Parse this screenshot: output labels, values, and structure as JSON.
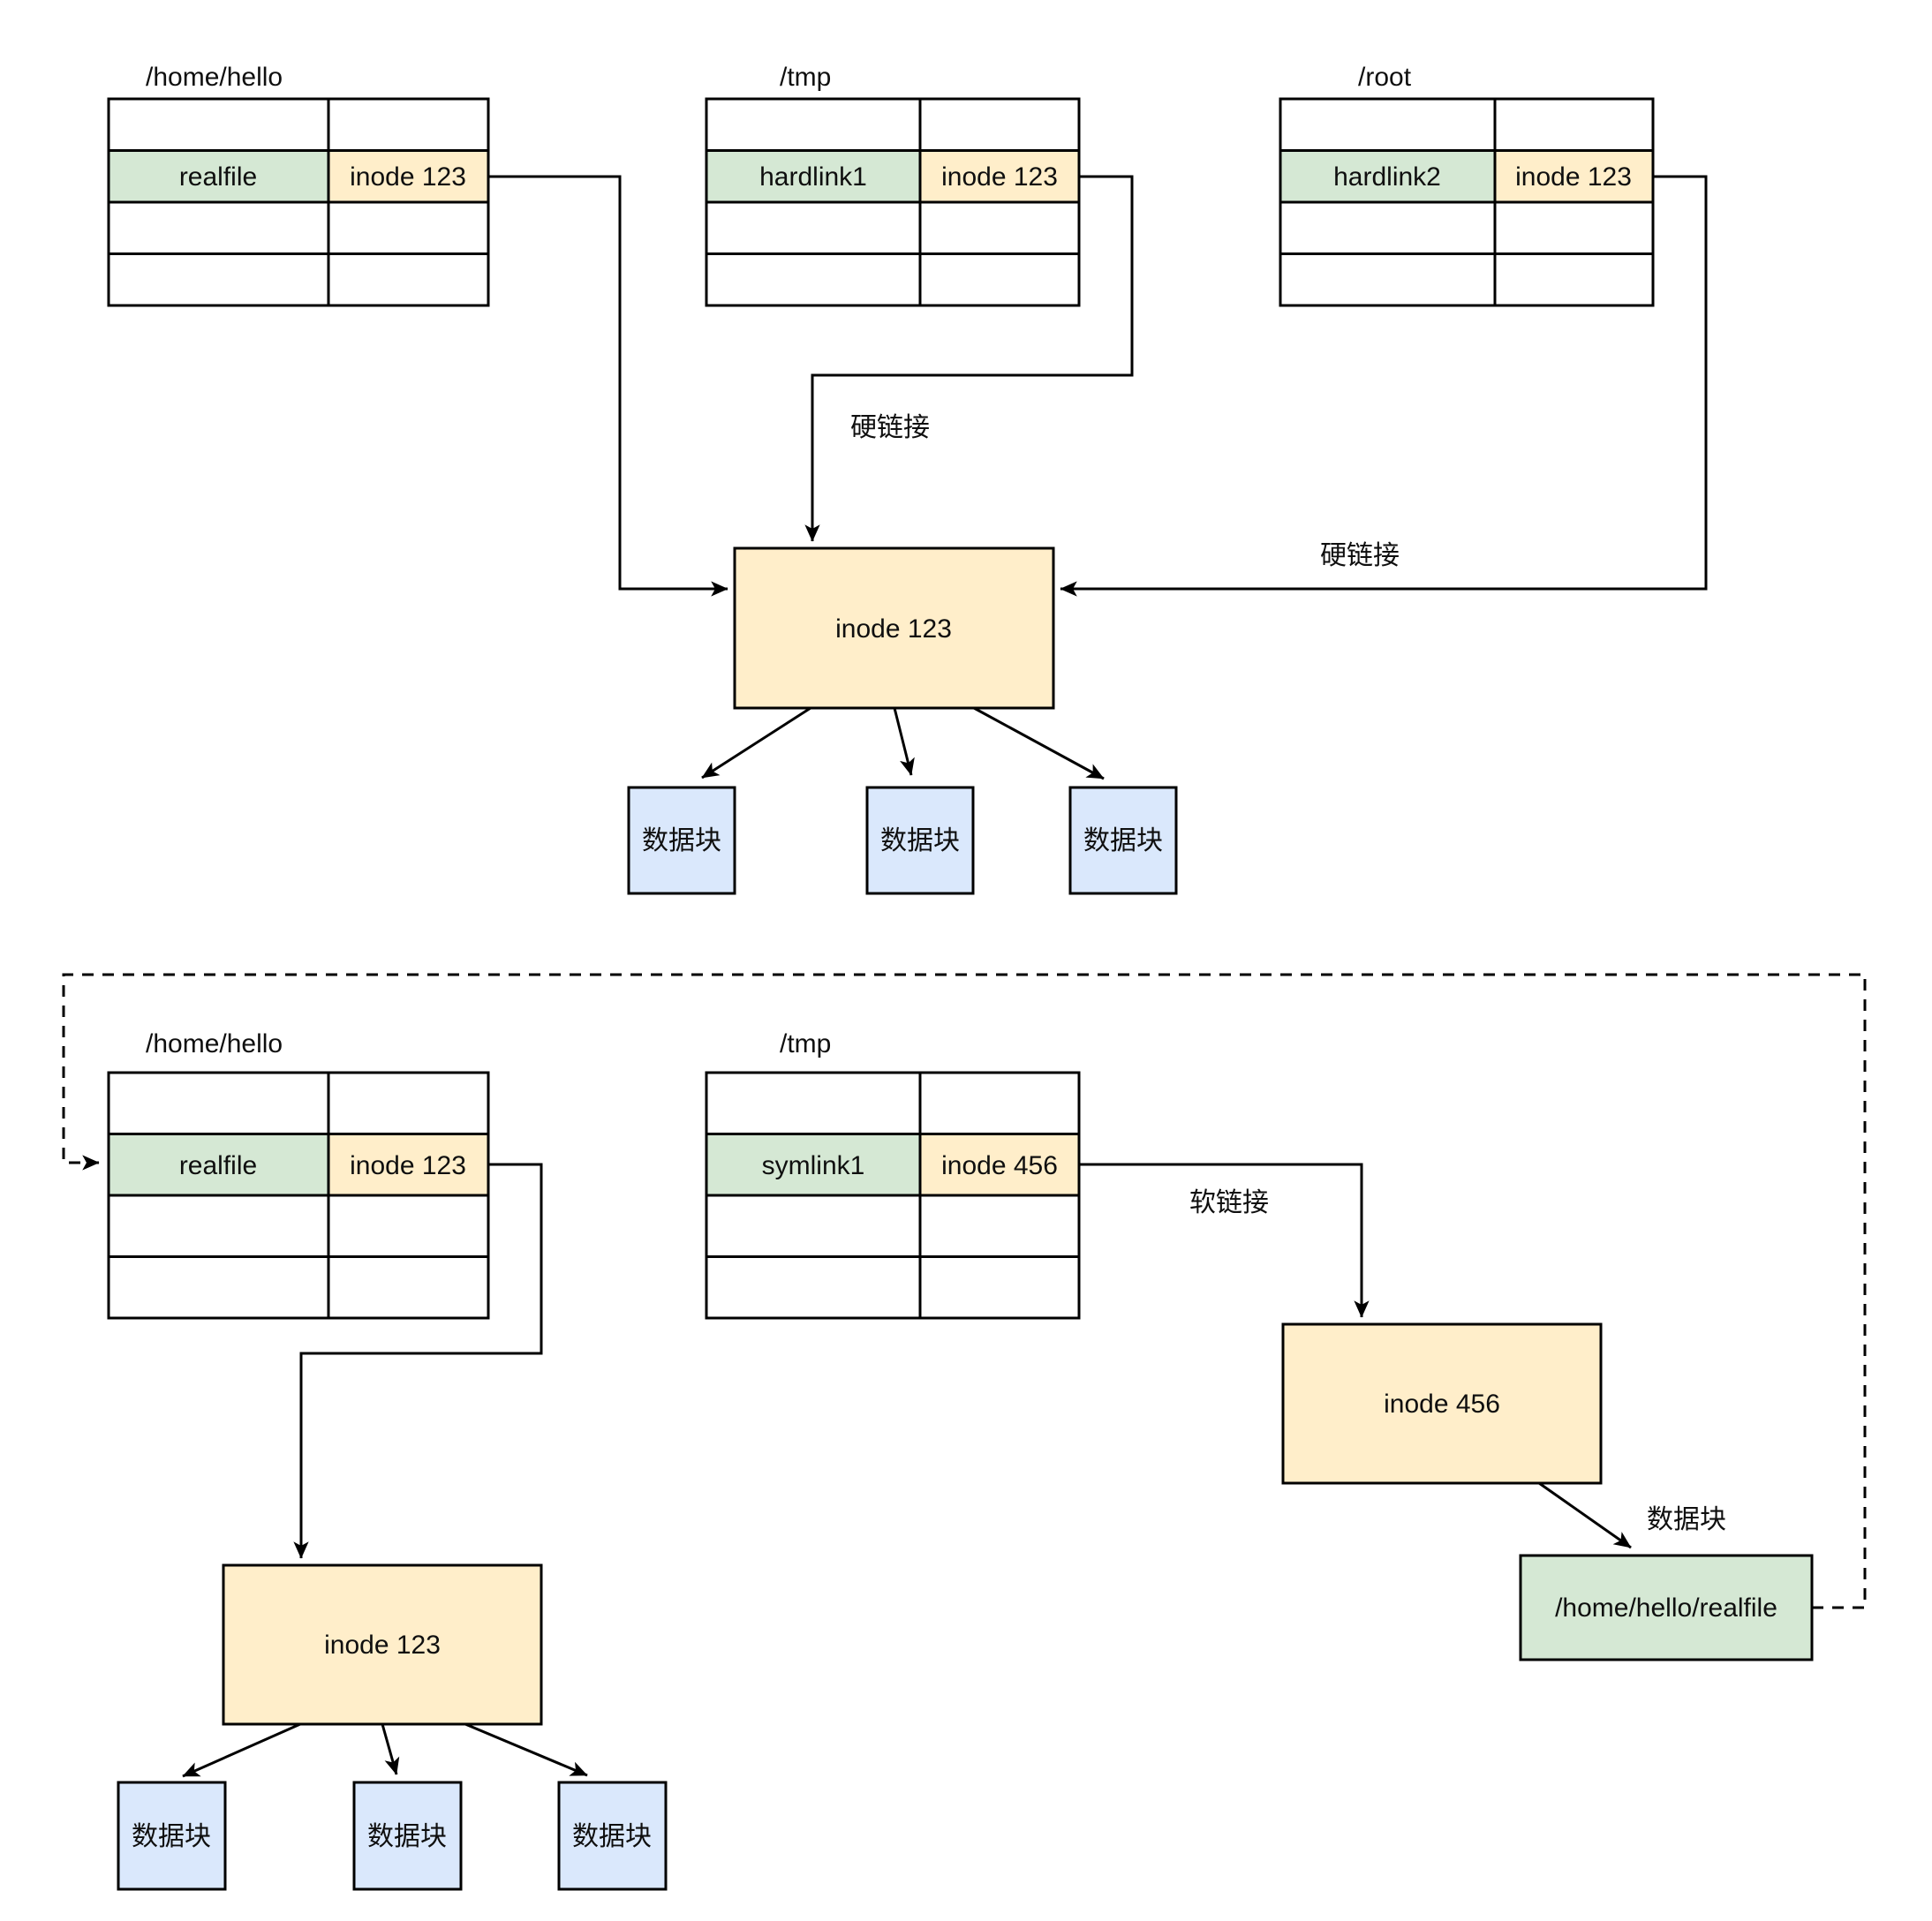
{
  "top_section": {
    "dir_tables": [
      {
        "title": "/home/hello",
        "entry": "realfile",
        "inode": "inode 123"
      },
      {
        "title": "/tmp",
        "entry": "hardlink1",
        "inode": "inode 123"
      },
      {
        "title": "/root",
        "entry": "hardlink2",
        "inode": "inode 123"
      }
    ],
    "inode_box": "inode 123",
    "hardlink_label_tmp": "硬链接",
    "hardlink_label_root": "硬链接",
    "data_blocks": [
      "数据块",
      "数据块",
      "数据块"
    ]
  },
  "bottom_section": {
    "dir_tables": [
      {
        "title": "/home/hello",
        "entry": "realfile",
        "inode": "inode 123"
      },
      {
        "title": "/tmp",
        "entry": "symlink1",
        "inode": "inode 456"
      }
    ],
    "inode_box_real": "inode 123",
    "inode_box_sym": "inode 456",
    "softlink_label": "软链接",
    "datablock_label": "数据块",
    "target_path_box": "/home/hello/realfile",
    "data_blocks": [
      "数据块",
      "数据块",
      "数据块"
    ]
  },
  "colors": {
    "green_fill": "#d5e8d4",
    "yellow_fill": "#ffeeca",
    "blue_fill": "#dae8fc",
    "stroke": "#000000"
  }
}
